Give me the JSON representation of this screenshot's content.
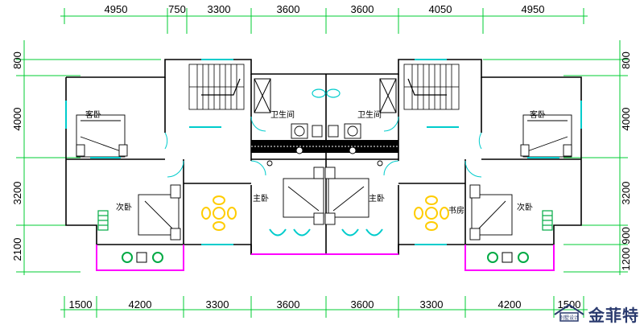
{
  "dimensions": {
    "top": [
      "4950",
      "750",
      "3300",
      "3600",
      "3600",
      "4050",
      "4950"
    ],
    "bottom": [
      "1500",
      "4200",
      "3300",
      "3600",
      "3600",
      "3300",
      "4200",
      "1500"
    ],
    "left": [
      "800",
      "4000",
      "3200",
      "2100"
    ],
    "right": [
      "800",
      "4000",
      "3200",
      "900",
      "1200"
    ]
  },
  "rooms": {
    "guest_left": "客卧",
    "guest_right": "客卧",
    "bath_left": "卫生间",
    "bath_right": "卫生间",
    "second_left": "次卧",
    "second_right": "次卧",
    "master_left": "主卧",
    "master_right": "主卧",
    "study": "书房"
  },
  "logo": {
    "text": "金菲特",
    "mark_caption": "别墅设计"
  },
  "colors": {
    "wall": "#000000",
    "dimension_line": "#00cc33",
    "glazing": "#00cccc",
    "balcony": "#ff00ff",
    "furniture_yellow": "#ffcc00",
    "plant": "#00aa44",
    "brand": "#2a3a6e"
  }
}
